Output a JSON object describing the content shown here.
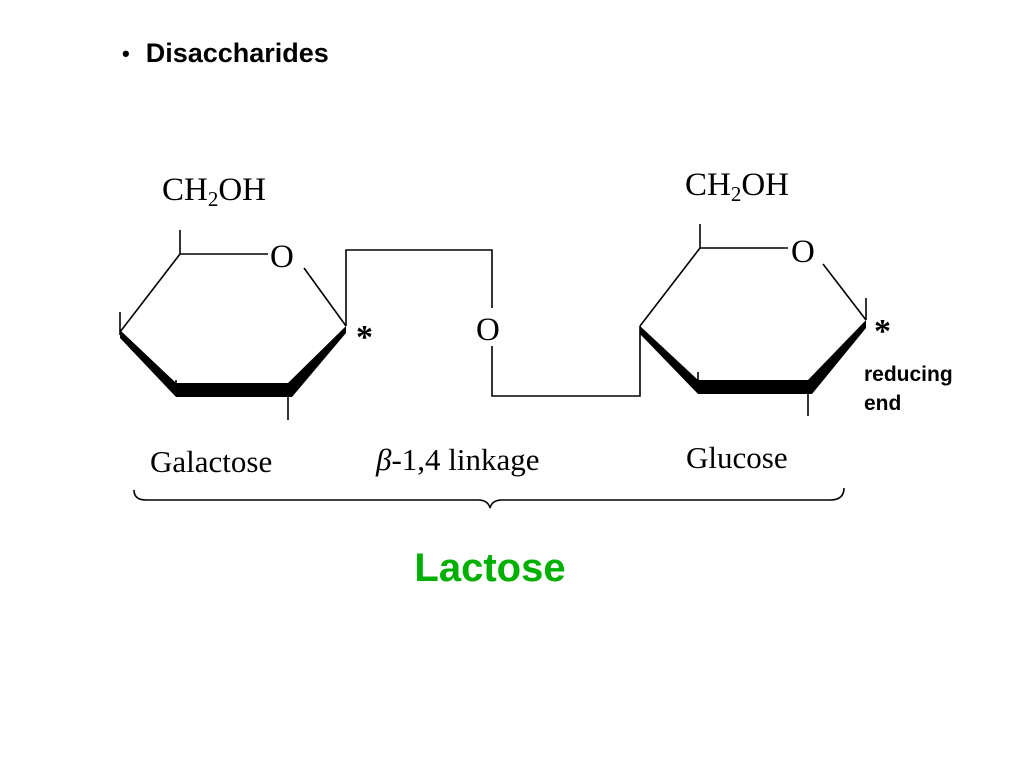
{
  "heading": {
    "bullet": "•",
    "text": "Disaccharides"
  },
  "structure": {
    "left_group": {
      "prefix": "CH",
      "subscript": "2",
      "suffix": "OH"
    },
    "right_group": {
      "prefix": "CH",
      "subscript": "2",
      "suffix": "OH"
    },
    "ring_oxygen_left": "O",
    "ring_oxygen_right": "O",
    "bridge_oxygen": "O",
    "marker_left": "*",
    "marker_right": "*"
  },
  "labels": {
    "galactose": "Galactose",
    "linkage_greek": "β",
    "linkage_text": "-1,4 linkage",
    "glucose": "Glucose"
  },
  "annotation": {
    "line1": "reducing",
    "line2": "end"
  },
  "molecule_name": "Lactose",
  "colors": {
    "text": "#000000",
    "molecule_name": "#00b000",
    "background": "#ffffff"
  }
}
